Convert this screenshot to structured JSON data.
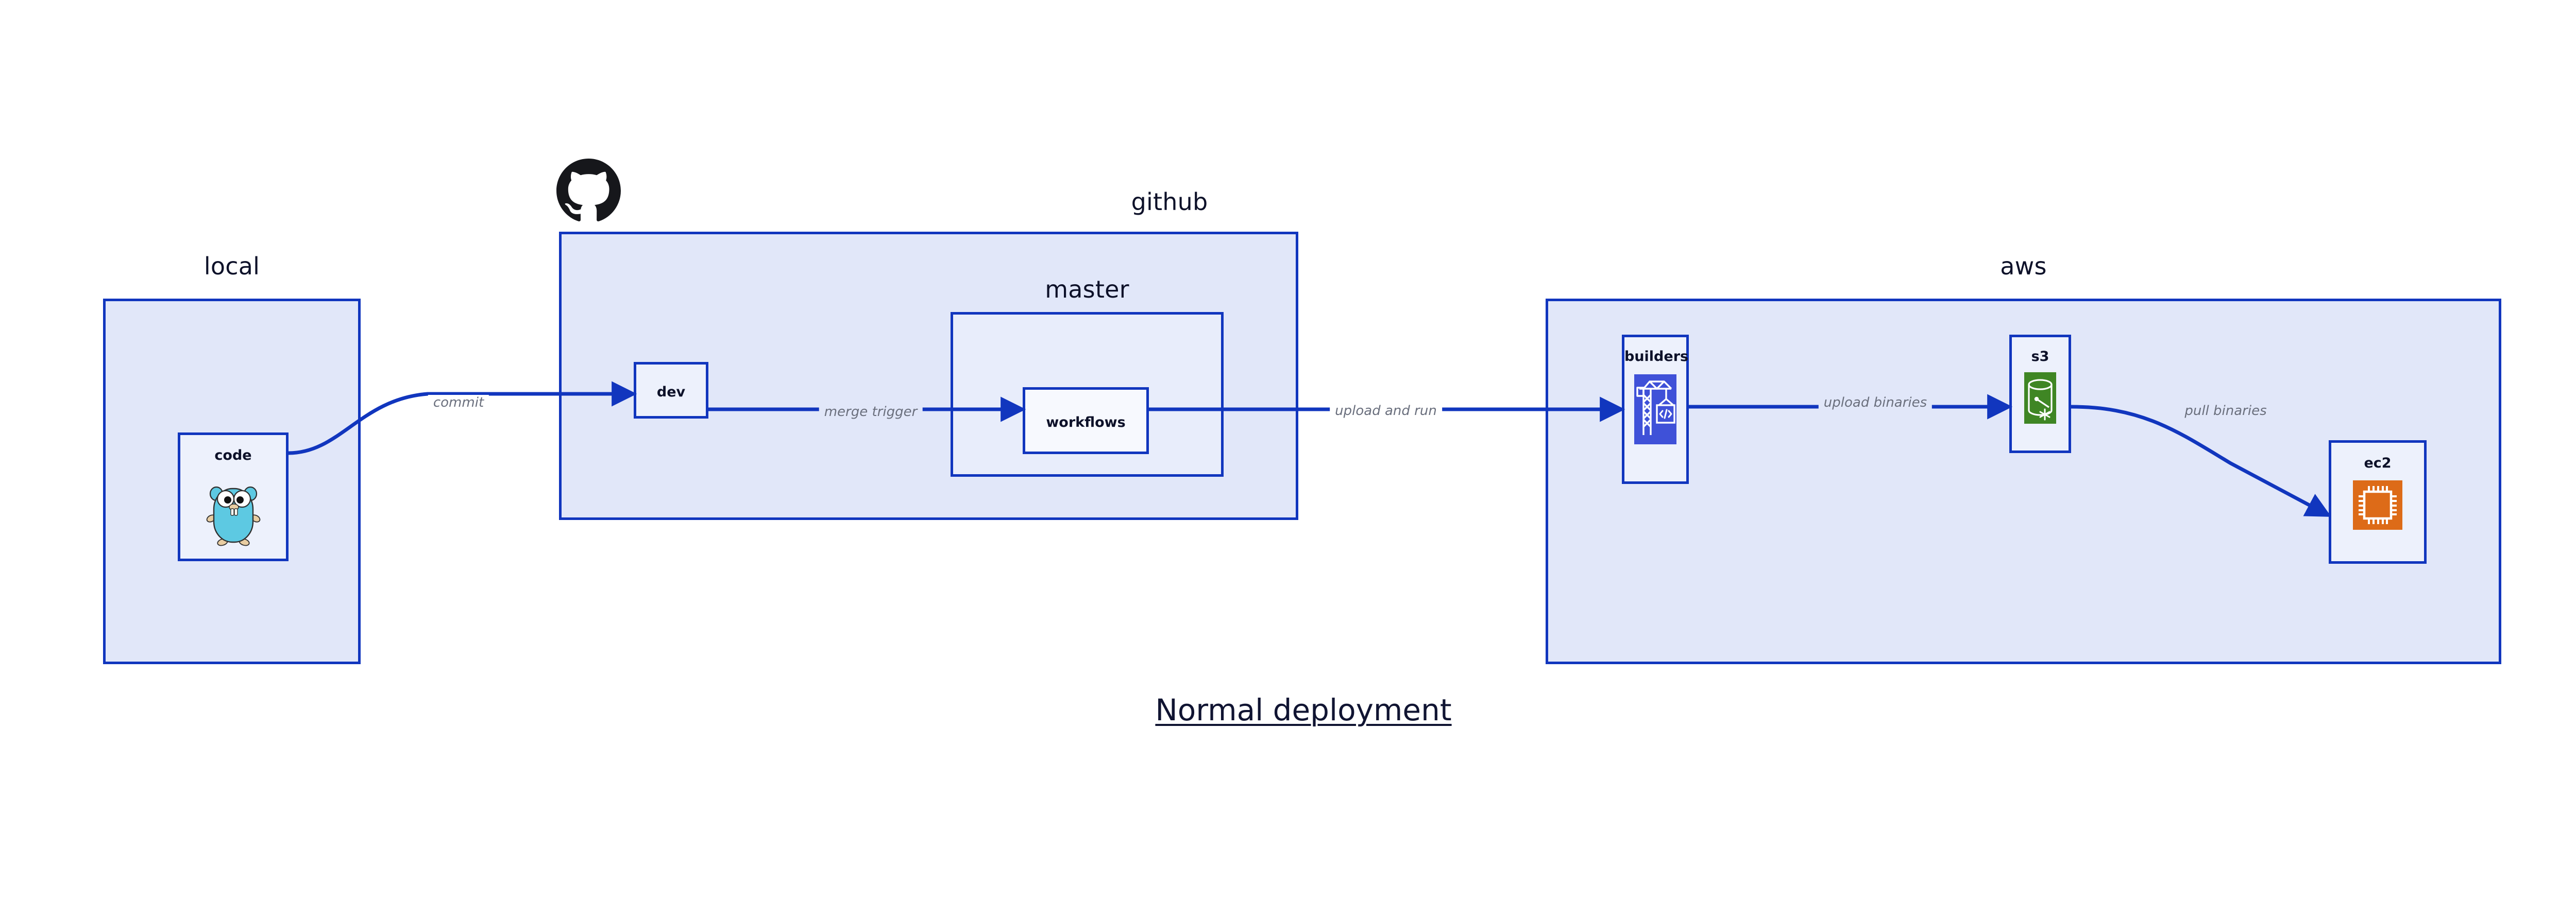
{
  "diagram": {
    "title": "Normal deployment",
    "background_color": "#ffffff",
    "accent_color": "#1136be",
    "cluster_fill": "#e1e7f9",
    "cluster_fill_nested": "#e8edfb",
    "node_fill": "#edf1fc",
    "label_color": "#0d1129",
    "edge_label_color": "#6a6f7d"
  },
  "clusters": [
    {
      "id": "local",
      "label": "local"
    },
    {
      "id": "github",
      "label": "github"
    },
    {
      "id": "master",
      "label": "master"
    },
    {
      "id": "aws",
      "label": "aws"
    }
  ],
  "nodes": [
    {
      "id": "code",
      "label": "code",
      "icon": "go-gopher-icon",
      "parent": "local"
    },
    {
      "id": "dev",
      "label": "dev",
      "icon": null,
      "parent": "github"
    },
    {
      "id": "workflows",
      "label": "workflows",
      "icon": null,
      "parent": "master"
    },
    {
      "id": "builders",
      "label": "builders",
      "icon": "aws-crane-icon",
      "parent": "aws"
    },
    {
      "id": "s3",
      "label": "s3",
      "icon": "aws-s3-bucket-icon",
      "parent": "aws"
    },
    {
      "id": "ec2",
      "label": "ec2",
      "icon": "aws-ec2-chip-icon",
      "parent": "aws"
    }
  ],
  "edges": [
    {
      "id": "commit",
      "label": "commit",
      "from": "code",
      "to": "dev"
    },
    {
      "id": "merge-trigger",
      "label": "merge trigger",
      "from": "dev",
      "to": "workflows"
    },
    {
      "id": "upload-and-run",
      "label": "upload and run",
      "from": "workflows",
      "to": "builders"
    },
    {
      "id": "upload-binaries",
      "label": "upload binaries",
      "from": "builders",
      "to": "s3"
    },
    {
      "id": "pull-binaries",
      "label": "pull binaries",
      "from": "s3",
      "to": "ec2"
    }
  ],
  "logos": [
    {
      "id": "github-octocat",
      "name": "github-octocat-logo",
      "color": "#16171b"
    }
  ],
  "icon_colors": {
    "aws_builders_bg": "#3f51d8",
    "aws_s3_bg": "#3f8624",
    "aws_ec2_bg": "#dd6b18",
    "icon_glyph": "#ffffff",
    "gopher_body": "#5dc9e2",
    "gopher_outline": "#2f2f2f",
    "gopher_limb": "#e8cda2"
  }
}
